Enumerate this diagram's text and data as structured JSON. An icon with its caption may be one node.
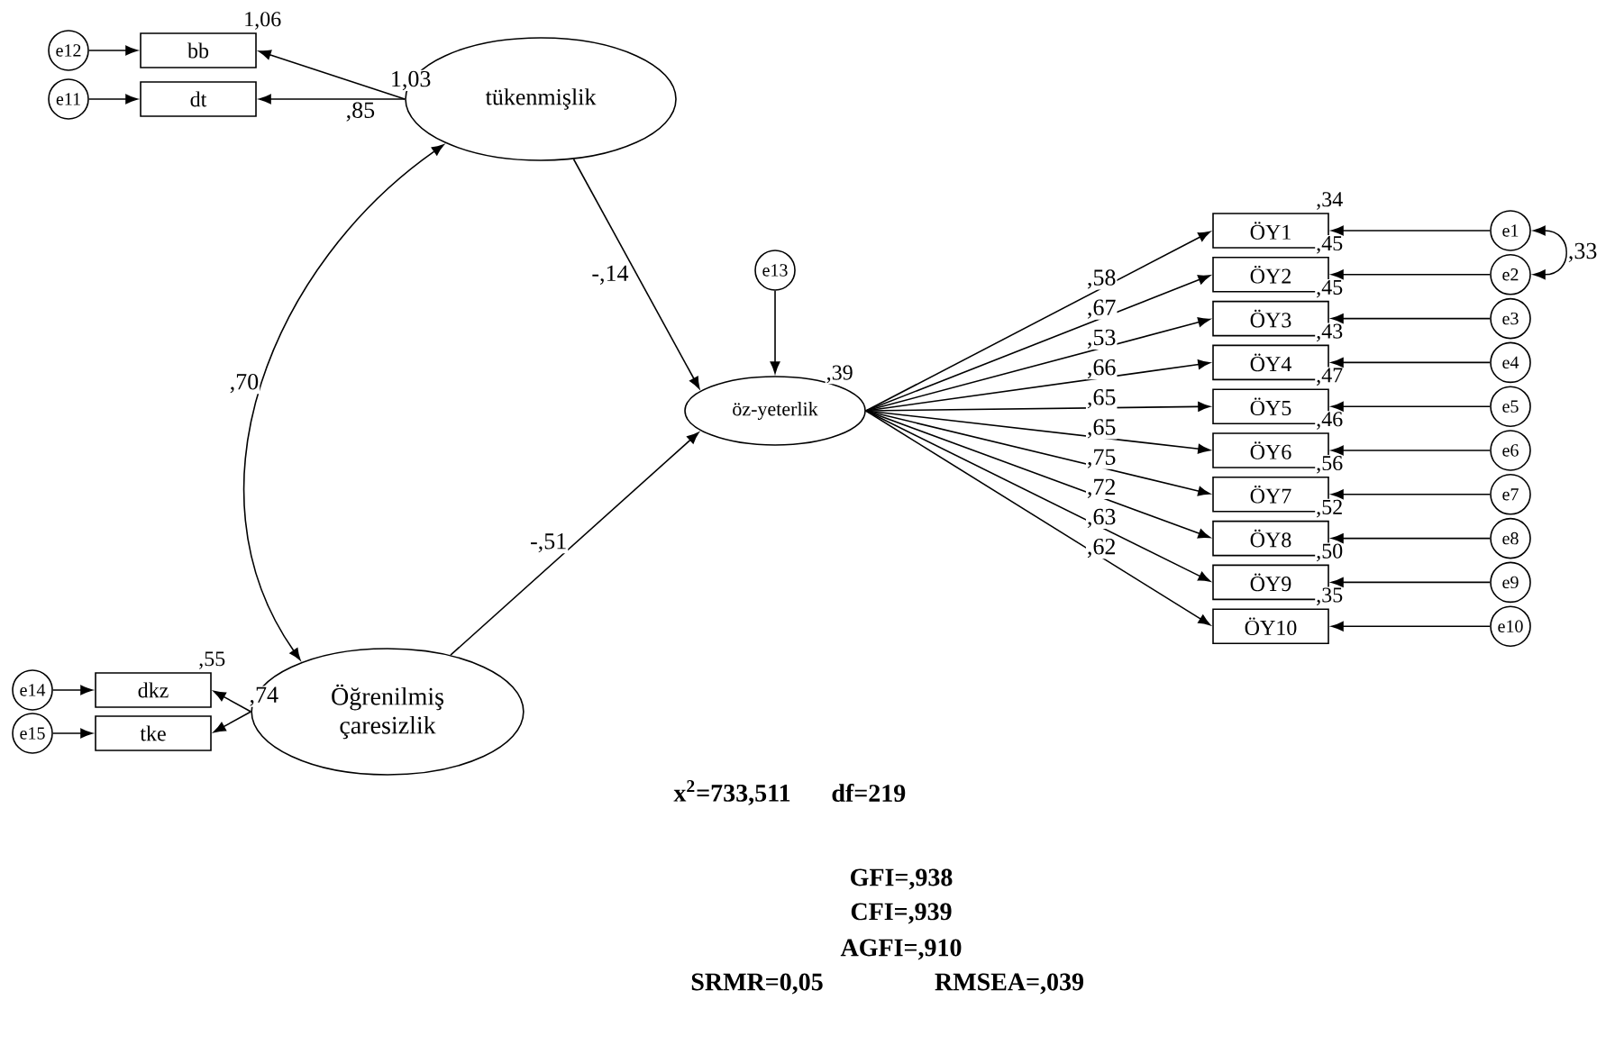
{
  "diagram": {
    "nodes": [
      {
        "text": [
          "tükenmişlik"
        ]
      },
      {
        "text": [
          "bb"
        ],
        "beside": [
          "1,06"
        ]
      },
      {
        "text": [
          "dt"
        ]
      },
      {
        "text": [
          "e12"
        ]
      },
      {
        "text": [
          "e11"
        ]
      },
      {
        "text": [
          "Öğrenilmiş çaresizlik"
        ]
      },
      {
        "text": [
          "dkz"
        ],
        "beside": [
          ",55"
        ]
      },
      {
        "text": [
          "tke"
        ]
      },
      {
        "text": [
          "e14"
        ]
      },
      {
        "text": [
          "e15"
        ]
      },
      {
        "text": [
          "e13"
        ]
      },
      {
        "text": [
          "öz-yeterlik"
        ],
        "beside": [
          ",39"
        ]
      },
      {
        "text": [
          "ÖY1"
        ],
        "beside": [
          ",34"
        ]
      },
      {
        "text": [
          "ÖY2"
        ],
        "beside": [
          ",45"
        ]
      },
      {
        "text": [
          "ÖY3"
        ],
        "beside": [
          ",45"
        ]
      },
      {
        "text": [
          "ÖY4"
        ],
        "beside": [
          ",43"
        ]
      },
      {
        "text": [
          "ÖY5"
        ],
        "beside": [
          ",47"
        ]
      },
      {
        "text": [
          "ÖY6"
        ],
        "beside": [
          ",46"
        ]
      },
      {
        "text": [
          "ÖY7"
        ],
        "beside": [
          ",56"
        ]
      },
      {
        "text": [
          "ÖY8"
        ],
        "beside": [
          ",52"
        ]
      },
      {
        "text": [
          "ÖY9"
        ],
        "beside": [
          ",50"
        ]
      },
      {
        "text": [
          "ÖY10"
        ],
        "beside": [
          ",35"
        ]
      },
      {
        "text": [
          "e1"
        ]
      },
      {
        "text": [
          "e2"
        ]
      },
      {
        "text": [
          "e3"
        ]
      },
      {
        "text": [
          "e4"
        ]
      },
      {
        "text": [
          "e5"
        ]
      },
      {
        "text": [
          "e6"
        ]
      },
      {
        "text": [
          "e7"
        ]
      },
      {
        "text": [
          "e8"
        ]
      },
      {
        "text": [
          "e9"
        ]
      },
      {
        "text": [
          "e10"
        ]
      }
    ],
    "edges": [
      {
        "from": 3,
        "to": 1,
        "arrow": "to"
      },
      {
        "from": 4,
        "to": 2,
        "arrow": "to"
      },
      {
        "from": 0,
        "to": 1,
        "arrow": "to",
        "label": "1,03"
      },
      {
        "from": 0,
        "to": 2,
        "arrow": "to",
        "label": ",85"
      },
      {
        "from": 8,
        "to": 6,
        "arrow": "to"
      },
      {
        "from": 9,
        "to": 7,
        "arrow": "to"
      },
      {
        "from": 5,
        "to": 6,
        "arrow": "to",
        "label": ",74"
      },
      {
        "from": 5,
        "to": 7,
        "arrow": "to"
      },
      {
        "from": 0,
        "to": 5,
        "arrow": "both",
        "label": ",70"
      },
      {
        "from": 0,
        "to": 11,
        "arrow": "to",
        "label": "-,14"
      },
      {
        "from": 5,
        "to": 11,
        "arrow": "to",
        "label": "-,51"
      },
      {
        "from": 10,
        "to": 11,
        "arrow": "to"
      },
      {
        "from": 11,
        "to": 12,
        "arrow": "to",
        "label": ",58"
      },
      {
        "from": 11,
        "to": 13,
        "arrow": "to",
        "label": ",67"
      },
      {
        "from": 11,
        "to": 14,
        "arrow": "to",
        "label": ",53"
      },
      {
        "from": 11,
        "to": 15,
        "arrow": "to",
        "label": ",66"
      },
      {
        "from": 11,
        "to": 16,
        "arrow": "to",
        "label": ",65"
      },
      {
        "from": 11,
        "to": 17,
        "arrow": "to",
        "label": ",65"
      },
      {
        "from": 11,
        "to": 18,
        "arrow": "to",
        "label": ",75"
      },
      {
        "from": 11,
        "to": 19,
        "arrow": "to",
        "label": ",72"
      },
      {
        "from": 11,
        "to": 20,
        "arrow": "to",
        "label": ",63"
      },
      {
        "from": 11,
        "to": 21,
        "arrow": "to",
        "label": ",62"
      },
      {
        "from": 22,
        "to": 12,
        "arrow": "to"
      },
      {
        "from": 23,
        "to": 13,
        "arrow": "to"
      },
      {
        "from": 24,
        "to": 14,
        "arrow": "to"
      },
      {
        "from": 25,
        "to": 15,
        "arrow": "to"
      },
      {
        "from": 26,
        "to": 16,
        "arrow": "to"
      },
      {
        "from": 27,
        "to": 17,
        "arrow": "to"
      },
      {
        "from": 28,
        "to": 18,
        "arrow": "to"
      },
      {
        "from": 29,
        "to": 19,
        "arrow": "to"
      },
      {
        "from": 30,
        "to": 20,
        "arrow": "to"
      },
      {
        "from": 31,
        "to": 21,
        "arrow": "to"
      },
      {
        "from": 22,
        "to": 23,
        "arrow": "both",
        "label": ",33"
      }
    ],
    "labels": [
      "x$^{2}$=733,511",
      "df=219",
      "GFI=,938",
      "CFI=,939",
      "AGFI=,910",
      "SRMR=0,05",
      "RMSEA=,039"
    ]
  }
}
